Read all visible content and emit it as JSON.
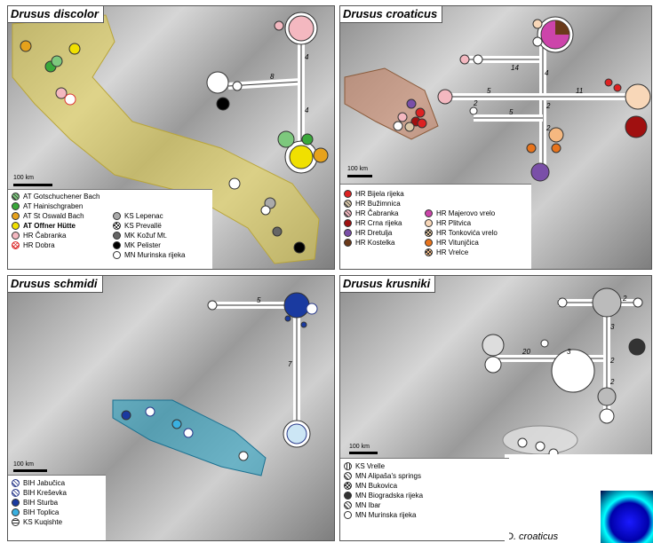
{
  "panels": {
    "discolor": {
      "title": "Drusus discolor",
      "scale": "100 km",
      "legend": [
        {
          "label": "AT Gotschuchener Bach",
          "color": "#7dc87d",
          "pattern": "hatch"
        },
        {
          "label": "AT Hainischgraben",
          "color": "#3aa83a",
          "pattern": "solid"
        },
        {
          "label": "AT St Oswald Bach",
          "color": "#e6a21c",
          "pattern": "solid"
        },
        {
          "label": "AT Offner Hütte",
          "color": "#f0e000",
          "pattern": "solid",
          "bold": true
        },
        {
          "label": "HR Čabranka",
          "color": "#f4b8c0",
          "pattern": "solid"
        },
        {
          "label": "HR Dobra",
          "color": "#ffffff",
          "pattern": "cross",
          "stroke": "#d33"
        },
        {
          "label": "KS Lepenac",
          "color": "#aaaaaa",
          "pattern": "solid"
        },
        {
          "label": "KS Prevallë",
          "color": "#ffffff",
          "pattern": "check"
        },
        {
          "label": "MK Kožuf  Mt.",
          "color": "#666666",
          "pattern": "solid"
        },
        {
          "label": "MK Pelister",
          "color": "#000000",
          "pattern": "solid"
        },
        {
          "label": "MN Murinska rijeka",
          "color": "#ffffff",
          "pattern": "solid"
        }
      ],
      "branch_labels": [
        "4",
        "8",
        "4"
      ]
    },
    "croaticus": {
      "title": "Drusus croaticus",
      "scale": "100 km",
      "legend": [
        {
          "label": "HR Bijela rijeka",
          "color": "#dd2222",
          "pattern": "solid"
        },
        {
          "label": "HR Bužimnica",
          "color": "#d9c7a8",
          "pattern": "hatch"
        },
        {
          "label": "HR Čabranka",
          "color": "#f4b8c0",
          "pattern": "hatch"
        },
        {
          "label": "HR Crna rijeka",
          "color": "#a01010",
          "pattern": "solid"
        },
        {
          "label": "HR Dretulja",
          "color": "#7a4fa8",
          "pattern": "solid"
        },
        {
          "label": "HR Kostelka",
          "color": "#6b3a1a",
          "pattern": "solid"
        },
        {
          "label": "HR Majerovo vrelo",
          "color": "#cc44aa",
          "pattern": "solid"
        },
        {
          "label": "HR Plitvica",
          "color": "#f8d7b8",
          "pattern": "solid"
        },
        {
          "label": "HR Tonkovića vrelo",
          "color": "#e8c8a0",
          "pattern": "check"
        },
        {
          "label": "HR Vitunjčica",
          "color": "#e8741c",
          "pattern": "solid"
        },
        {
          "label": "HR Vrelce",
          "color": "#f5b880",
          "pattern": "check"
        }
      ],
      "branch_labels": [
        "14",
        "4",
        "5",
        "2",
        "11",
        "5",
        "2",
        "2"
      ]
    },
    "schmidi": {
      "title": "Drusus schmidi",
      "scale": "100 km",
      "legend": [
        {
          "label": "BIH Jabučica",
          "color": "#ffffff",
          "pattern": "hatch",
          "stroke": "#2a3a8a"
        },
        {
          "label": "BIH Kreševka",
          "color": "#ffffff",
          "pattern": "hatch",
          "stroke": "#2a3a8a"
        },
        {
          "label": "BIH Sturba",
          "color": "#1a3aa0",
          "pattern": "solid"
        },
        {
          "label": "BIH Toplica",
          "color": "#3ab0e0",
          "pattern": "solid"
        },
        {
          "label": "KS Kuqishte",
          "color": "#ffffff",
          "pattern": "grid"
        }
      ],
      "branch_labels": [
        "5",
        "7"
      ]
    },
    "krusniki": {
      "title": "Drusus krusniki",
      "scale": "100 km",
      "legend": [
        {
          "label": "KS Vrelle",
          "color": "#ffffff",
          "pattern": "vlines"
        },
        {
          "label": "MN Alipaša's springs",
          "color": "#ffffff",
          "pattern": "hatch"
        },
        {
          "label": "MN Bukovica",
          "color": "#dddddd",
          "pattern": "check"
        },
        {
          "label": "MN Biogradska rijeka",
          "color": "#333333",
          "pattern": "check"
        },
        {
          "label": "MN Ibar",
          "color": "#ffffff",
          "pattern": "hatch"
        },
        {
          "label": "MN Murinska rijeka",
          "color": "#ffffff",
          "pattern": "solid"
        }
      ],
      "branch_labels": [
        "2",
        "3",
        "20",
        "3",
        "2",
        "2"
      ]
    }
  },
  "caption": "D. croaticus"
}
